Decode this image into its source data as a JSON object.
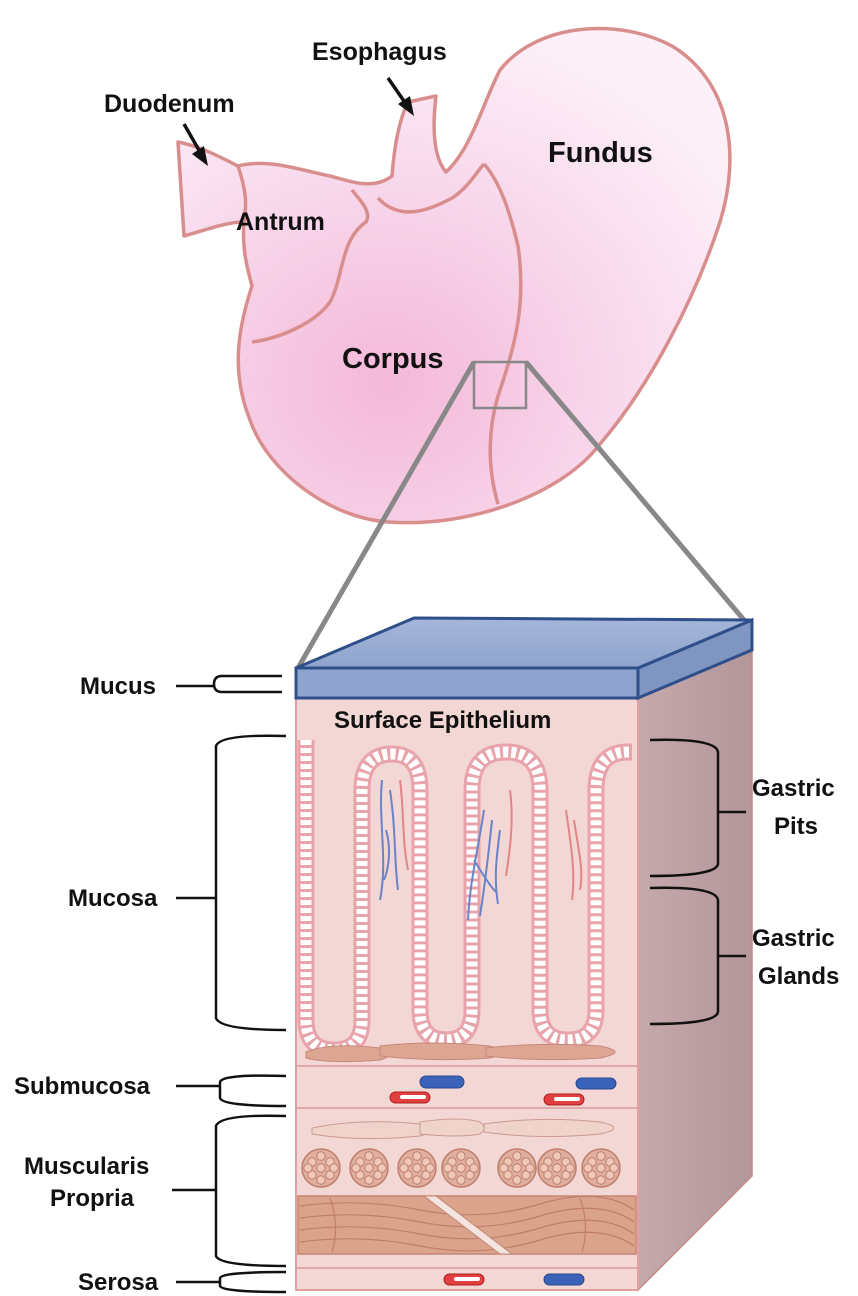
{
  "stomach": {
    "regions": {
      "esophagus": "Esophagus",
      "duodenum": "Duodenum",
      "fundus": "Fundus",
      "antrum": "Antrum",
      "corpus": "Corpus"
    }
  },
  "wall": {
    "left_labels": {
      "mucus": "Mucus",
      "mucosa": "Mucosa",
      "submucosa": "Submucosa",
      "muscularis_line1": "Muscularis",
      "muscularis_line2": "Propria",
      "serosa": "Serosa"
    },
    "top_label": "Surface Epithelium",
    "right_labels": {
      "pits_line1": "Gastric",
      "pits_line2": "Pits",
      "glands_line1": "Gastric",
      "glands_line2": "Glands"
    }
  },
  "colors": {
    "stomach_fill": "#f7d2ea",
    "stomach_outline": "#d98e8e",
    "tissue_fill": "#f3d7d4",
    "side_face": "#c0a3a6",
    "mucus_fill": "#8ea4cf",
    "mucus_outline": "#2f4f8a",
    "cell_stroke": "#cc7777",
    "muscle_fill": "#dba890",
    "vessel_red": "#e04040",
    "vessel_blue": "#3a62b8",
    "zoom_line": "#888888"
  }
}
